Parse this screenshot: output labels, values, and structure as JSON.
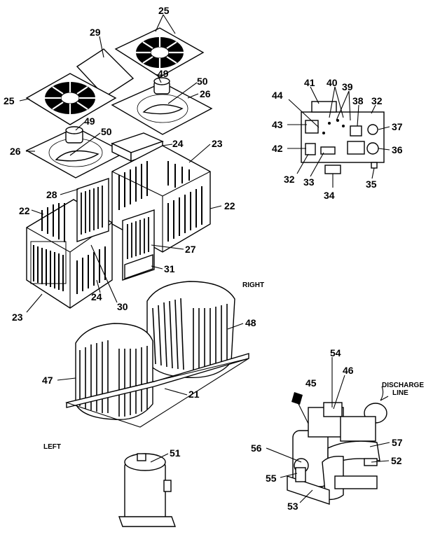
{
  "callouts": [
    {
      "id": "c25a",
      "text": "25"
    },
    {
      "id": "c29",
      "text": "29"
    },
    {
      "id": "c25b",
      "text": "25"
    },
    {
      "id": "c49a",
      "text": "49"
    },
    {
      "id": "c50a",
      "text": "50"
    },
    {
      "id": "c26a",
      "text": "26"
    },
    {
      "id": "c49b",
      "text": "49"
    },
    {
      "id": "c50b",
      "text": "50"
    },
    {
      "id": "c26b",
      "text": "26"
    },
    {
      "id": "c24a",
      "text": "24"
    },
    {
      "id": "c23a",
      "text": "23"
    },
    {
      "id": "c28",
      "text": "28"
    },
    {
      "id": "c22a",
      "text": "22"
    },
    {
      "id": "c22b",
      "text": "22"
    },
    {
      "id": "c27",
      "text": "27"
    },
    {
      "id": "c31",
      "text": "31"
    },
    {
      "id": "c23b",
      "text": "23"
    },
    {
      "id": "c24b",
      "text": "24"
    },
    {
      "id": "c30",
      "text": "30"
    },
    {
      "id": "c41",
      "text": "41"
    },
    {
      "id": "c40",
      "text": "40"
    },
    {
      "id": "c39",
      "text": "39"
    },
    {
      "id": "c44",
      "text": "44"
    },
    {
      "id": "c38",
      "text": "38"
    },
    {
      "id": "c32a",
      "text": "32"
    },
    {
      "id": "c43",
      "text": "43"
    },
    {
      "id": "c37",
      "text": "37"
    },
    {
      "id": "c42",
      "text": "42"
    },
    {
      "id": "c36",
      "text": "36"
    },
    {
      "id": "c32b",
      "text": "32"
    },
    {
      "id": "c33",
      "text": "33"
    },
    {
      "id": "c35",
      "text": "35"
    },
    {
      "id": "c34",
      "text": "34"
    },
    {
      "id": "c48",
      "text": "48"
    },
    {
      "id": "c47",
      "text": "47"
    },
    {
      "id": "c21",
      "text": "21"
    },
    {
      "id": "c51",
      "text": "51"
    },
    {
      "id": "c54",
      "text": "54"
    },
    {
      "id": "c46",
      "text": "46"
    },
    {
      "id": "c45",
      "text": "45"
    },
    {
      "id": "c57",
      "text": "57"
    },
    {
      "id": "c56",
      "text": "56"
    },
    {
      "id": "c52",
      "text": "52"
    },
    {
      "id": "c55",
      "text": "55"
    },
    {
      "id": "c53",
      "text": "53"
    }
  ],
  "side_labels": {
    "right": "RIGHT",
    "left": "LEFT"
  },
  "discharge_label": {
    "line1": "DISCHARGE",
    "line2": "LINE"
  }
}
